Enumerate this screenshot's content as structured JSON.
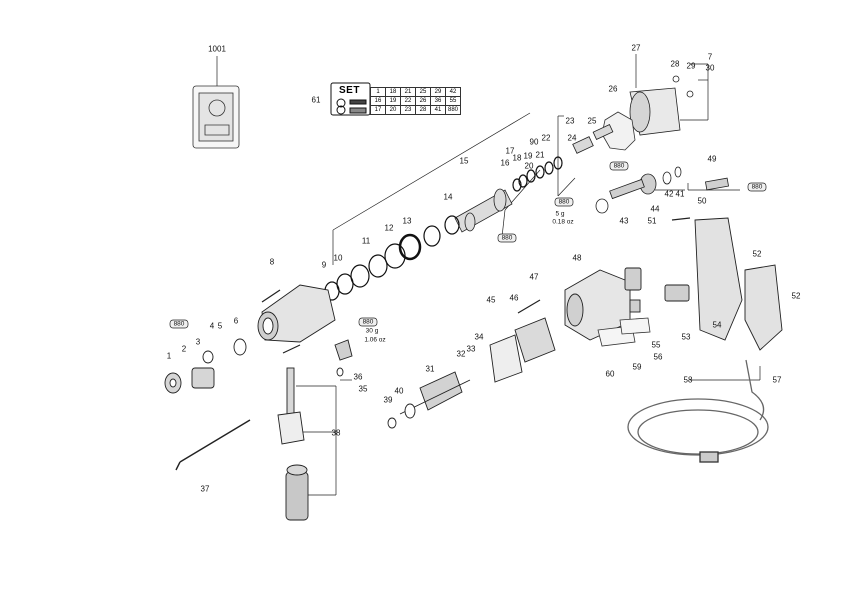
{
  "diagram": {
    "set_box": {
      "ref": "61",
      "word": "SET",
      "rows": [
        [
          "1",
          "18",
          "21",
          "25",
          "29",
          "42"
        ],
        [
          "16",
          "19",
          "22",
          "26",
          "36",
          "55"
        ],
        [
          "17",
          "20",
          "23",
          "28",
          "41",
          "880"
        ]
      ]
    },
    "part_numbers": [
      "1001",
      "27",
      "28",
      "29",
      "7",
      "30",
      "26",
      "23",
      "24",
      "25",
      "90",
      "22",
      "17",
      "21",
      "16",
      "18",
      "19",
      "20",
      "15",
      "14",
      "13",
      "12",
      "11",
      "10",
      "9",
      "8",
      "49",
      "50",
      "44",
      "42",
      "41",
      "43",
      "51",
      "52",
      "52",
      "47",
      "48",
      "45",
      "46",
      "34",
      "53",
      "54",
      "55",
      "56",
      "57",
      "58",
      "59",
      "60",
      "4",
      "5",
      "6",
      "3",
      "2",
      "1",
      "36",
      "35",
      "32",
      "33",
      "31",
      "40",
      "39",
      "38",
      "37"
    ],
    "grease_tag": "880",
    "grease_notes": [
      {
        "qty": "5 g",
        "qty_oz": "0.18 oz"
      },
      {
        "qty": "30 g",
        "qty_oz": "1.06 oz"
      }
    ]
  }
}
